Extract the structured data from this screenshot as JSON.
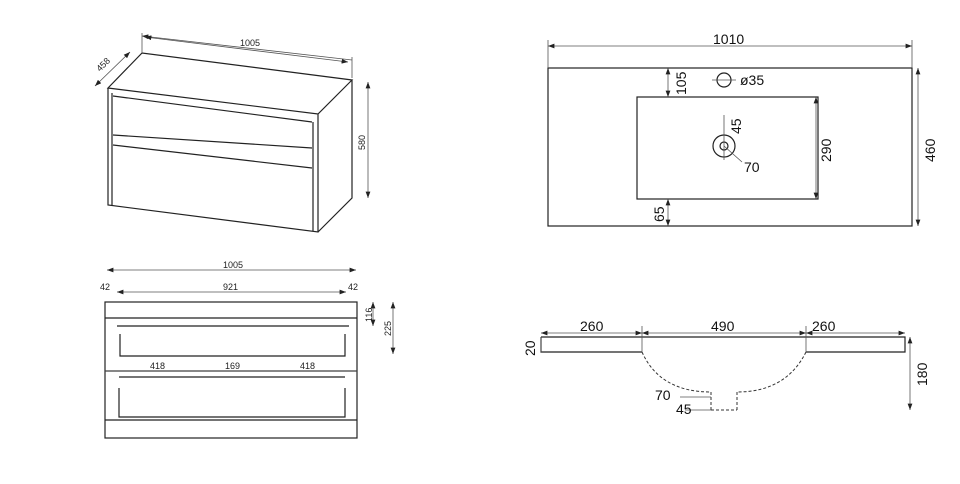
{
  "cabinet_iso": {
    "width": "1005",
    "depth": "458",
    "height": "580"
  },
  "cabinet_top": {
    "width": "1005",
    "left_offset": "42",
    "inner": "921",
    "right_offset": "42",
    "dim_116": "116",
    "dim_225": "225",
    "left_span": "418",
    "center_span": "169",
    "right_span": "418"
  },
  "basin_top": {
    "width": "1010",
    "depth": "460",
    "tap_offset": "105",
    "tap_hole": "ø35",
    "basin_depth": "290",
    "bottom_offset": "65",
    "drain_inner": "45",
    "drain_outer": "70"
  },
  "basin_section": {
    "left": "260",
    "center": "490",
    "right": "260",
    "thickness": "20",
    "height": "180",
    "drain_outer": "70",
    "drain_inner": "45"
  }
}
